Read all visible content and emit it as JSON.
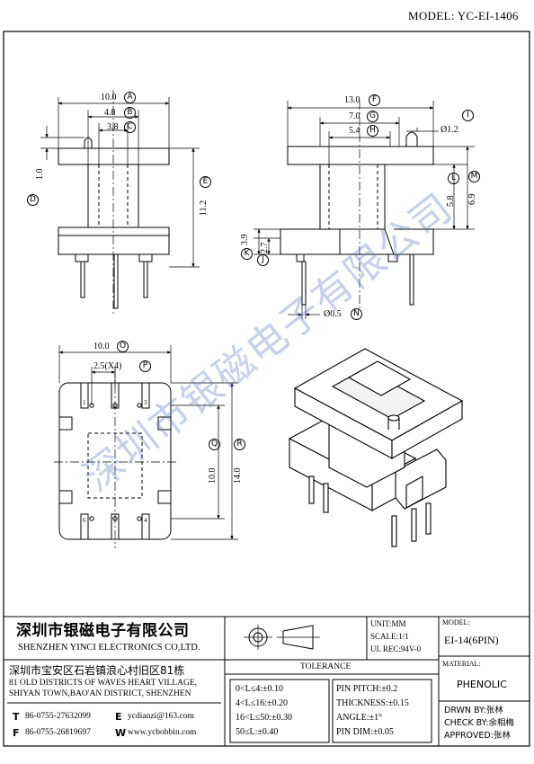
{
  "model_label": "MODEL: YC-EI-1406",
  "watermark": "深圳市银磁电子有限公司",
  "dimensions": {
    "a": "10.0",
    "b": "4.8",
    "c": "3.8",
    "d": "1.0",
    "e": "11.2",
    "f": "13.0",
    "g": "7.0",
    "h": "5.4",
    "i": "1.2",
    "i_prefix": "Ø",
    "j": "2.7",
    "k": "3.9",
    "l": "5.8",
    "m": "6.9",
    "n": "0.5",
    "n_prefix": "Ø",
    "o": "10.0",
    "p": "2.5(X4)",
    "q": "10.0",
    "r": "14.0"
  },
  "markers": [
    "A",
    "B",
    "C",
    "D",
    "E",
    "F",
    "G",
    "H",
    "I",
    "J",
    "K",
    "L",
    "M",
    "N",
    "O",
    "P",
    "Q",
    "R"
  ],
  "pin_numbers": [
    "1",
    "3",
    "6",
    "4"
  ],
  "company": {
    "name_cn": "深圳市银磁电子有限公司",
    "name_en": "SHENZHEN YINCI ELECTRONICS CO,LTD.",
    "address_cn": "深圳市宝安区石岩镇浪心村旧区81栋",
    "address_en_1": "81 OLD DISTRICTS OF WAVES HEART VILLAGE,",
    "address_en_2": "SHIYAN TOWN,BAO'AN DISTRICT, SHENZHEN",
    "tel_label": "T",
    "tel": "86-0755-27632099",
    "fax_label": "F",
    "fax": "86-0755-26819697",
    "email_label": "E",
    "email": "ycdianzi@163.com",
    "web_label": "W",
    "web": "www.ycbobbin.com"
  },
  "specs": {
    "unit": "UNIT:MM",
    "scale": "SCALE:1/1",
    "ul": "UL REC:94V-0",
    "model_label": "MODEL:",
    "model": "EI-14(6PIN)",
    "material_label": "MATERIAL:",
    "material": "PHENOLIC"
  },
  "tolerance": {
    "title": "TOLERANCE",
    "rows_left": [
      "0<L≤4:±0.10",
      "4<L≤16:±0.20",
      "16<L≤50:±0.30",
      "50≤L:±0.40"
    ],
    "rows_right": [
      "PIN PITCH:±0.2",
      "THICKNESS:±0.15",
      "ANGLE:±1°",
      "PIN DIM:±0.05"
    ]
  },
  "approvals": {
    "drawn": "DRWN BY:张林",
    "check": "CHECK BY:余相梅",
    "approved": "APPROVED:张林"
  }
}
